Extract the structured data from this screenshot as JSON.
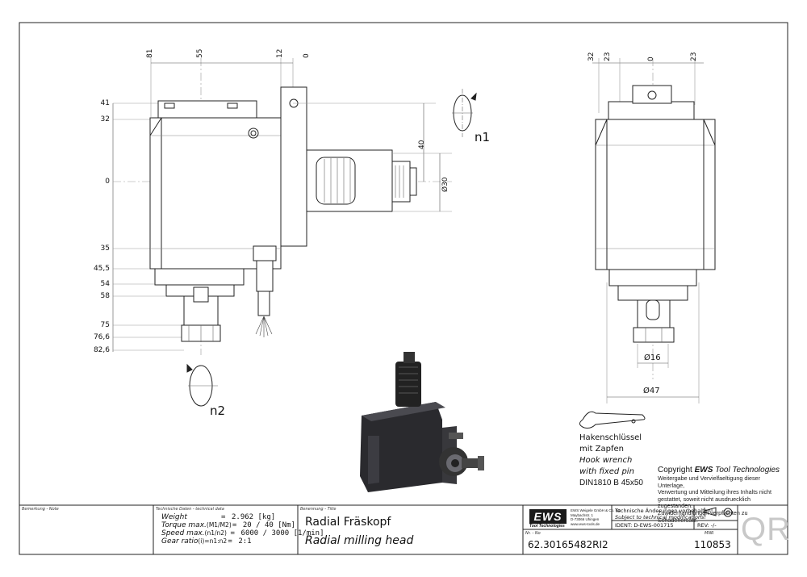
{
  "dims_top": {
    "d81": "81",
    "d55": "55",
    "d12": "12",
    "d0": "0"
  },
  "dims_left": {
    "d41": "41",
    "d32": "32",
    "d0": "0",
    "d35": "35",
    "d45_5": "45,5",
    "d54": "54",
    "d58": "58",
    "d75": "75",
    "d76_6": "76,6",
    "d82_6": "82,6"
  },
  "dims_front": {
    "d40": "40",
    "d30": "Ø30",
    "n1": "n1",
    "n2": "n2"
  },
  "dims_side": {
    "d32": "32",
    "d23a": "23",
    "d0": "0",
    "d23b": "23",
    "d16": "Ø16",
    "d47": "Ø47"
  },
  "wrench_note": {
    "line1": "Hakenschlüssel",
    "line2": "mit Zapfen",
    "line3": "Hook wrench",
    "line4": "with fixed pin",
    "line5": "DIN1810 B 45x50"
  },
  "copyright": {
    "prefix": "Copyright",
    "brand": "EWS",
    "suffix": "Tool Technologies",
    "text1": "Weitergabe und Vervielfaeltigung dieser Unterlage,",
    "text2": "Verwertung und Mitteilung ihres Inhalts nicht",
    "text3": "gestattet, soweit nicht ausdruecklich zugestanden.",
    "text4": "Zuwiderhandlungen verpflichten zu Schadenersatz."
  },
  "title_block": {
    "note_caption": "Bemerkung - Note",
    "tech_caption": "Technische Daten - technical data",
    "weight_label": "Weight",
    "weight_eq": "=",
    "weight_value": "2.962 [kg]",
    "torque_label": "Torque max.",
    "torque_sub": "(M1/M2)",
    "torque_eq": "=",
    "torque_value": "20 / 40 [Nm]",
    "speed_label": "Speed max.",
    "speed_sub": "(n1/n2)",
    "speed_eq": "=",
    "speed_value": "6000 / 3000 [1/min]",
    "ratio_label": "Gear ratio",
    "ratio_sub": "(i)=n1:n2",
    "ratio_eq": "=",
    "ratio_value": "2:1",
    "name_caption": "Benennung - Title",
    "title_de": "Radial Fräskopf",
    "title_en": "Radial milling head",
    "logo_text": "EWS",
    "logo_sub": "Tool Technologies",
    "company1": "EWS Weigele GmbH & Co. KG",
    "company2": "Maybachstr. 1",
    "company3": "D-73066 Uhingen",
    "company4": "www.ews-tools.de",
    "change_de": "Technische Änderungen vorbehalten!",
    "change_en": "Subject to technical modifications!",
    "ident": "IDENT: D-EWS-001715",
    "rev": "REV: -/-",
    "nr_caption": "Nr. - No",
    "part_no": "62.30165482RI2",
    "mnr_caption": "MNR",
    "mnr": "110853",
    "qr": "QR"
  }
}
